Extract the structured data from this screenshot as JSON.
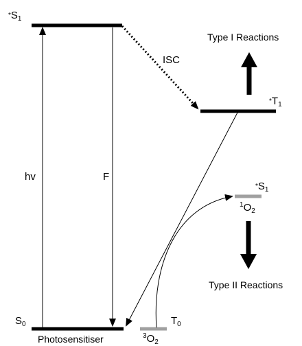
{
  "diagram": {
    "states": {
      "s1_singlet": {
        "star": "*",
        "main": "S",
        "sub": "1"
      },
      "s0": {
        "main": "S",
        "sub": "0"
      },
      "t1": {
        "star": "*",
        "main": "T",
        "sub": "1"
      },
      "t0": {
        "main": "T",
        "sub": "0"
      },
      "o2_triplet": {
        "sup": "3",
        "main": "O",
        "sub": "2"
      },
      "o2_singlet_level": {
        "star": "*",
        "main": "S",
        "sub": "1"
      },
      "o2_singlet": {
        "sup": "1",
        "main": "O",
        "sub": "2"
      }
    },
    "transitions": {
      "absorption": "hv",
      "fluorescence": "F",
      "isc": "ISC"
    },
    "reactions": {
      "type1": "Type I Reactions",
      "type2": "Type II Reactions"
    },
    "photosensitiser": "Photosensitiser",
    "colors": {
      "level": "#000000",
      "oxygen_level": "#a0a0a0"
    }
  }
}
